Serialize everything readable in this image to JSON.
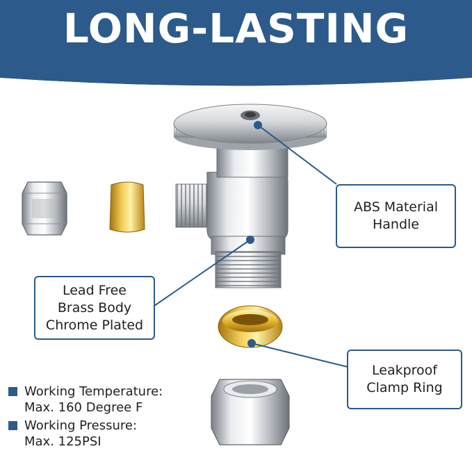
{
  "banner": {
    "title": "LONG-LASTING",
    "color": "#2c5a8a"
  },
  "callouts": {
    "handle": {
      "line1": "ABS Material",
      "line2": "Handle"
    },
    "body": {
      "line1": "Lead Free",
      "line2": "Brass Body",
      "line3": "Chrome Plated"
    },
    "ring": {
      "line1": "Leakproof",
      "line2": "Clamp Ring"
    }
  },
  "specs": [
    {
      "label": "Working Temperature:",
      "value": "Max. 160 Degree F"
    },
    {
      "label": "Working Pressure:",
      "value": "Max. 125PSI"
    }
  ],
  "colors": {
    "accent": "#2c5a8a",
    "chrome": "#c9ccd0",
    "brass": "#d9a521"
  }
}
